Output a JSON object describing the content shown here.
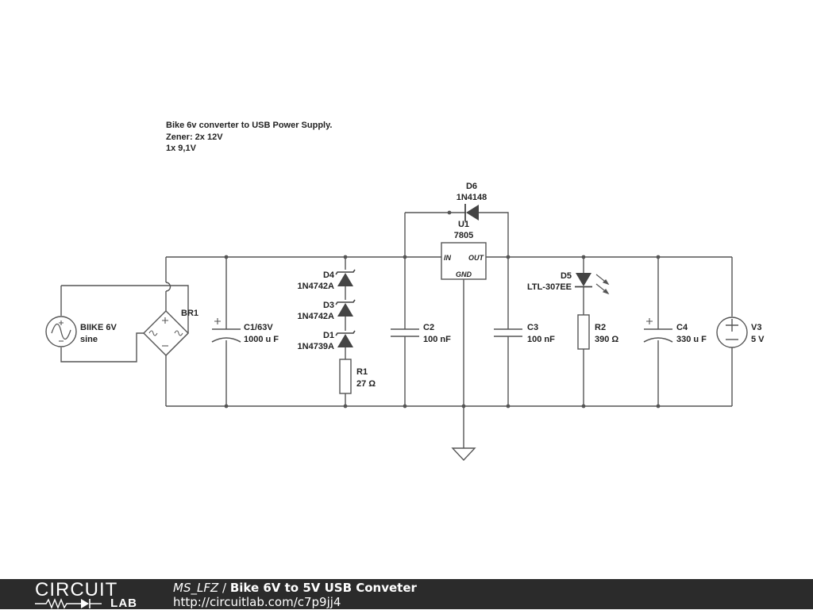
{
  "note": {
    "line1": "Bike 6v  converter to USB Power Supply.",
    "line2": "Zener: 2x 12V",
    "line3": "1x 9,1V"
  },
  "components": {
    "source": {
      "name": "BIIKE 6V",
      "value": "sine"
    },
    "bridge": {
      "name": "BR1"
    },
    "c1": {
      "name": "C1/63V",
      "value": "1000 u F"
    },
    "d4": {
      "name": "D4",
      "value": "1N4742A"
    },
    "d3": {
      "name": "D3",
      "value": "1N4742A"
    },
    "d1": {
      "name": "D1",
      "value": "1N4739A"
    },
    "r1": {
      "name": "R1",
      "value": "27 Ω"
    },
    "c2": {
      "name": "C2",
      "value": "100 nF"
    },
    "d6": {
      "name": "D6",
      "value": "1N4148"
    },
    "u1": {
      "name": "U1",
      "value": "7805",
      "pin_in": "IN",
      "pin_out": "OUT",
      "pin_gnd": "GND"
    },
    "c3": {
      "name": "C3",
      "value": "100 nF"
    },
    "d5": {
      "name": "D5",
      "value": "LTL-307EE"
    },
    "r2": {
      "name": "R2",
      "value": "390 Ω"
    },
    "c4": {
      "name": "C4",
      "value": "330 u F"
    },
    "v3": {
      "name": "V3",
      "value": "5 V"
    }
  },
  "footer": {
    "logo_top": "CIRCUIT",
    "logo_bottom": "LAB",
    "author": "MS_LFZ",
    "separator": " / ",
    "title": "Bike 6V to 5V USB Conveter",
    "url": "http://circuitlab.com/c7p9jj4"
  }
}
